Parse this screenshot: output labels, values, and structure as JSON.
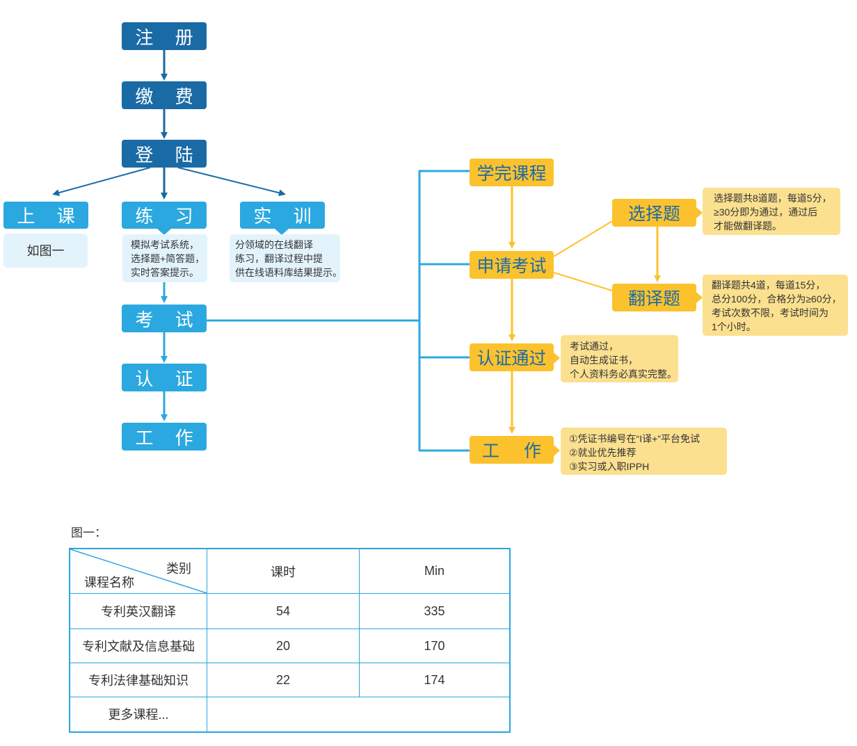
{
  "left_flow": {
    "register": "注 册",
    "pay": "缴 费",
    "login": "登 陆",
    "lecture": "上 课",
    "lecture_note": "如图一",
    "practice": "练 习",
    "practice_note": [
      "模拟考试系统，",
      "选择题+简答题，",
      "实时答案提示。"
    ],
    "training": "实 训",
    "training_note": [
      "分领域的在线翻译",
      "练习，翻译过程中提",
      "供在线语料库结果提示。"
    ],
    "exam": "考 试",
    "certify": "认 证",
    "work": "工 作"
  },
  "right_flow": {
    "finish_course": "学完课程",
    "apply_exam": "申请考试",
    "certified": "认证通过",
    "work": "工 作",
    "choice_q": "选择题",
    "choice_note": [
      "选择题共8道题，每道5分，",
      "≥30分即为通过，通过后",
      "才能做翻译题。"
    ],
    "translate_q": "翻译题",
    "translate_note": [
      "翻译题共4道，每道15分，",
      "总分100分，合格分为≥60分，",
      "考试次数不限，考试时间为",
      "1个小时。"
    ],
    "certified_note": [
      "考试通过，",
      "自动生成证书，",
      "个人资料务必真实完整。"
    ],
    "work_note": [
      "①凭证书编号在“I译+”平台免试",
      "②就业优先推荐",
      "③实习或入职IPPH"
    ]
  },
  "figure_caption": "图一：",
  "table": {
    "header_category": "类别",
    "header_course": "课程名称",
    "col_hours": "课时",
    "col_min": "Min",
    "rows": [
      {
        "name": "专利英汉翻译",
        "hours": "54",
        "min": "335"
      },
      {
        "name": "专利文献及信息基础",
        "hours": "20",
        "min": "170"
      },
      {
        "name": "专利法律基础知识",
        "hours": "22",
        "min": "174"
      }
    ],
    "more": "更多课程..."
  },
  "colors": {
    "dark_blue": "#1a6aa5",
    "light_blue": "#2ba8e0",
    "yellow": "#fcc22e",
    "note_blue": "#e3f3fc",
    "note_tan": "#fbe08f"
  }
}
